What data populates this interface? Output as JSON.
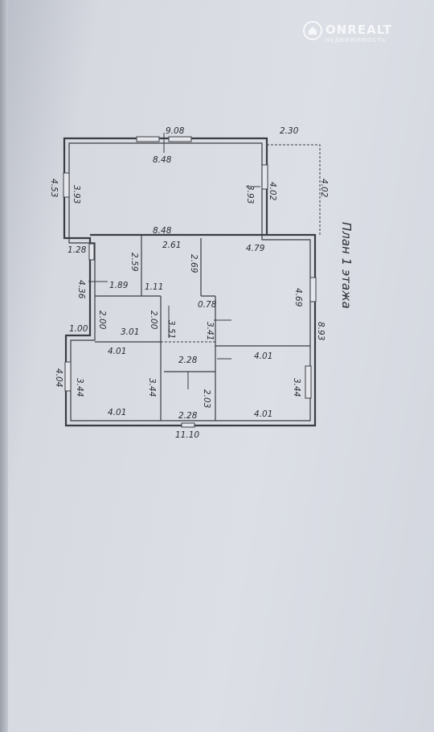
{
  "watermark": {
    "brand": "ONREALT",
    "tagline": "НЕДВИЖИМОСТЬ"
  },
  "plan": {
    "title": "План 1 этажа",
    "dimensions": {
      "overall_top_width": "9.08",
      "terrace_width": "2.30",
      "terrace_depth": "4.02",
      "left_top_height": "4.53",
      "total_bottom_width": "11.10",
      "right_total_height": "8.93",
      "left_step_width": "1.28",
      "left_mid_height": "4.36",
      "left_lower_step": "1.00",
      "left_bottom_height": "4.04"
    },
    "rooms": {
      "living_top": "8.48",
      "living_bottom": "8.48",
      "living_left": "3.93",
      "living_right": "3.93",
      "living_ext_right": "4.02",
      "small_a_top": "2.59",
      "small_a_side": "1.89",
      "small_a_right": "1.11",
      "hall_top": "2.61",
      "hall_right": "2.69",
      "hall_step": "0.78",
      "hall_lower": "3.41",
      "hall_mid": "3.51",
      "right_top_width": "4.79",
      "right_top_height": "4.69",
      "bath_left": "2.00",
      "bath_width": "3.01",
      "bath_right": "2.00",
      "corridor_width": "2.28",
      "corridor_height": "2.03",
      "corridor_bottom": "2.28",
      "bed_left_top": "4.01",
      "bed_left_bottom": "4.01",
      "bed_left_side": "3.44",
      "bed_left_inner": "3.44",
      "bed_right_top": "4.01",
      "bed_right_bottom": "4.01",
      "bed_right_side": "3.44"
    }
  }
}
